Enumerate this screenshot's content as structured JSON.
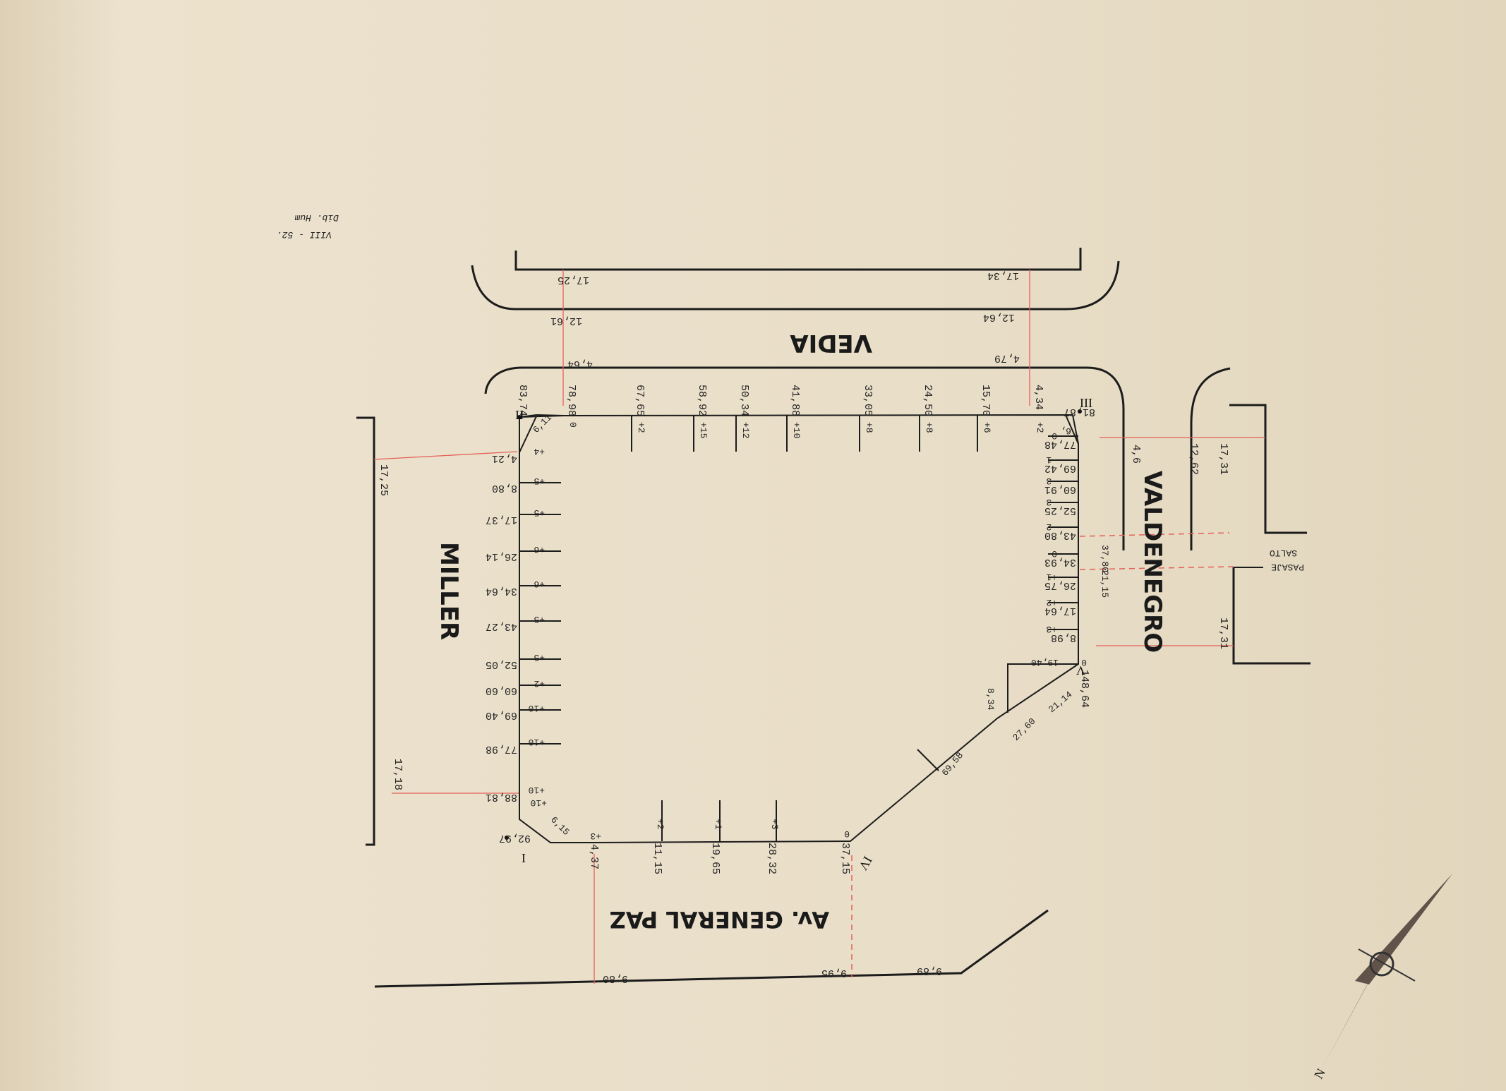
{
  "streets": {
    "vedia": "VEDIA",
    "miller": "MILLER",
    "valdenegro": "VALDENEGRO",
    "general_paz": "Av. GENERAL PAZ",
    "pasaje": "PASAJE",
    "salto": "SALTO"
  },
  "signature": {
    "name": "Dib. Hum",
    "date": "VIII - 52."
  },
  "vertices": {
    "i": "I",
    "ii": "II",
    "iii": "III",
    "iv": "IV",
    "v": "V"
  },
  "top_edge": [
    {
      "dist": "78,98",
      "level": "0"
    },
    {
      "dist": "67,65",
      "level": "+2"
    },
    {
      "dist": "58,92",
      "level": "+15"
    },
    {
      "dist": "50,34",
      "level": "+12"
    },
    {
      "dist": "41,88",
      "level": "+10"
    },
    {
      "dist": "33,05",
      "level": "+8"
    },
    {
      "dist": "24,50",
      "level": "+8"
    },
    {
      "dist": "15,70",
      "level": "+6"
    },
    {
      "dist": "4,34",
      "level": "+2"
    }
  ],
  "left_edge": [
    {
      "dist": "4,21",
      "level": "+4"
    },
    {
      "dist": "8,80",
      "level": "+5"
    },
    {
      "dist": "17,37",
      "level": "+5"
    },
    {
      "dist": "26,14",
      "level": "+6"
    },
    {
      "dist": "34,64",
      "level": "+6"
    },
    {
      "dist": "43,27",
      "level": "+5"
    },
    {
      "dist": "52,05",
      "level": "+5"
    },
    {
      "dist": "60,60",
      "level": "+2"
    },
    {
      "dist": "69,40",
      "level": "+10"
    },
    {
      "dist": "77,98",
      "level": "+10"
    },
    {
      "dist": "88,81",
      "level": "+10"
    }
  ],
  "right_edge": [
    {
      "dist": "77,48",
      "level": "0"
    },
    {
      "dist": "69,42",
      "level": "-1"
    },
    {
      "dist": "60,91",
      "level": "-3"
    },
    {
      "dist": "52,25",
      "level": "-3"
    },
    {
      "dist": "43,80",
      "level": "-2"
    },
    {
      "dist": "34,93",
      "level": "0"
    },
    {
      "dist": "26,75",
      "level": "+1"
    },
    {
      "dist": "17,64",
      "level": "+2"
    },
    {
      "dist": "8,98",
      "level": "+3"
    }
  ],
  "bottom_edge": [
    {
      "dist": "11,15",
      "level": "+2"
    },
    {
      "dist": "19,65",
      "level": "+1"
    },
    {
      "dist": "28,32",
      "level": "+3"
    }
  ],
  "corner_labels": {
    "ii_total": "83,74",
    "iii_total": "81,87",
    "i_total": "92,97",
    "v_total": "148,64",
    "iv_total": "37,15",
    "bottom_start": "4,37",
    "chamfer_ii": "6,11",
    "chamfer_iii": "6,",
    "chamfer_i": "6,15",
    "iv_zero": "0",
    "v_zero": "0",
    "v_step": "19,40",
    "v_down": "8,34",
    "diag_a": "27,60",
    "diag_b": "21,14",
    "diag_c": "69,58",
    "start_plus": "+3",
    "bl_plus": "+10"
  },
  "street_widths": {
    "vedia_left": "17,25",
    "vedia_right": "17,34",
    "vedia_left_mid": "12,61",
    "vedia_right_mid": "12,64",
    "vedia_left_low": "4,64",
    "vedia_right_low": "4,79",
    "miller_top": "17,25",
    "miller_bottom": "17,18",
    "valdenegro_top_a": "4,6",
    "valdenegro_top_b": "12,62",
    "valdenegro_top_c": "17,31",
    "valdenegro_bottom": "17,31",
    "pasaje_a": "37,80",
    "pasaje_b": "21,15",
    "gp_a": "9,80",
    "gp_b": "9,95",
    "gp_c": "9,89"
  },
  "north_label": "N"
}
